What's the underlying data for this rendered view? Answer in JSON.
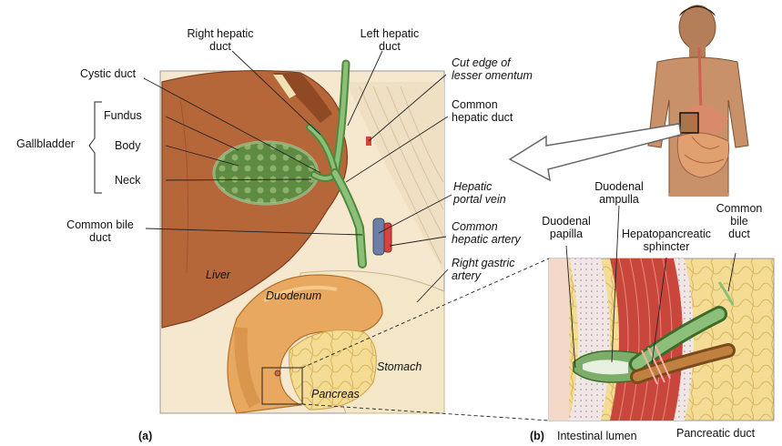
{
  "labels": {
    "right_hepatic_duct": [
      "Right hepatic",
      "duct"
    ],
    "left_hepatic_duct": [
      "Left hepatic",
      "duct"
    ],
    "cystic_duct": "Cystic duct",
    "cut_edge": [
      "Cut edge of",
      "lesser omentum"
    ],
    "common_hepatic_duct": [
      "Common",
      "hepatic duct"
    ],
    "fundus": "Fundus",
    "body": "Body",
    "neck": "Neck",
    "gallbladder": "Gallbladder",
    "hepatic_portal_vein": [
      "Hepatic",
      "portal vein"
    ],
    "common_bile_duct_a": [
      "Common bile",
      "duct"
    ],
    "common_hepatic_artery": [
      "Common",
      "hepatic artery"
    ],
    "right_gastric_artery": [
      "Right gastric",
      "artery"
    ],
    "liver": "Liver",
    "duodenum": "Duodenum",
    "stomach": "Stomach",
    "pancreas": "Pancreas",
    "panel_a": "(a)",
    "duodenal_ampulla": [
      "Duodenal",
      "ampulla"
    ],
    "duodenal_papilla": [
      "Duodenal",
      "papilla"
    ],
    "hepatopancreatic_sphincter": [
      "Hepatopancreatic",
      "sphincter"
    ],
    "common_bile_duct_b": [
      "Common",
      "bile",
      "duct"
    ],
    "panel_b": "(b)",
    "intestinal_lumen": "Intestinal lumen",
    "pancreatic_duct": "Pancreatic duct"
  },
  "colors": {
    "liver": "#b5673a",
    "liver_dark": "#8f4a25",
    "gallbladder": "#6f9a52",
    "bile_duct": "#7cae6a",
    "duodenum": "#e8a85f",
    "pancreas": "#f2d27a",
    "stomach": "#f3e7c8",
    "vein": "#6c7fa6",
    "artery": "#d6453d",
    "skin": "#c8916a",
    "muscle": "#c9463c"
  }
}
